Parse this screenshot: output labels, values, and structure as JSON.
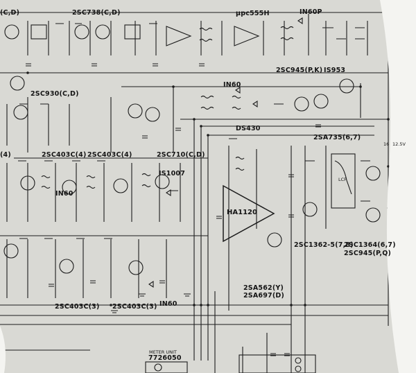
{
  "labels": {
    "tr_cd_top": "(C,D)",
    "tr_2sc738": "2SC738(C,D)",
    "ic_upc555h": "μpc555H",
    "diode_in60p": "IN60P",
    "tr_2sc930": "2SC930(C,D)",
    "diode_in60_upper": "IN60",
    "tr_2sc945": "2SC945(P,K)",
    "diode_is953": "IS953",
    "ds430": "DS430",
    "tr_2sa735": "2SA735(6,7)",
    "tr_2sc403c_left": "2SC403C(4)",
    "tr_2sc403c_mid": "2SC403C(4)",
    "tr_2sc710": "2SC710(C,D)",
    "diode_is1007": "IS1007",
    "diode_in60_mid": "IN60",
    "ic_ha1120": "HA1120",
    "tr_2sc1362": "2SC1362-5(7,8)",
    "tr_2sc1364": "2SC1364(6,7)",
    "tr_2sc945_pq": "2SC945(P,Q)",
    "tr_2sa562": "2SA562(Y)",
    "tr_2sa697": "2SA697(D)",
    "tr_2sc403c_bl": "2SC403C(3)",
    "tr_2sc403c_bm": "2SC403C(3)",
    "diode_in60_bottom": "IN60",
    "meter_unit": "METER UNIT",
    "meter_part": "7726050",
    "supply_12v5": "12.5V",
    "node_16": "16",
    "label_4": "(4)",
    "label_lcf": "LCF"
  }
}
